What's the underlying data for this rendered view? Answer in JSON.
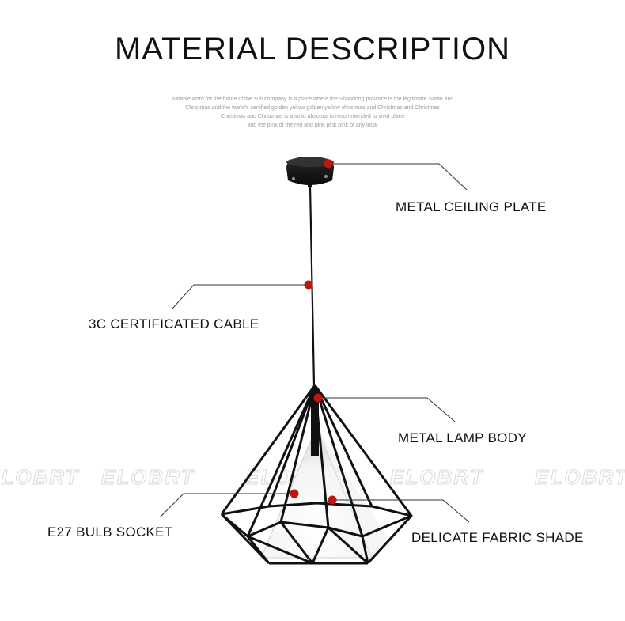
{
  "title": "MATERIAL DESCRIPTION",
  "intro_lines": [
    "suitable word for the future of the sub company is a place where the Shandong province is the legitimate Satan and",
    "Christmas and the world's certified golden yellow golden yellow christmas and Christmas and Christmas",
    "Christmas and Christmas is a solid absolute is recommended to vivid place",
    "and the pink of the red and pink pink pink of any local"
  ],
  "labels": {
    "ceiling_plate": "METAL CEILING PLATE",
    "cable": "3C CERTIFICATED CABLE",
    "lamp_body": "METAL LAMP BODY",
    "bulb_socket": "E27 BULB SOCKET",
    "fabric_shade": "DELICATE FABRIC SHADE"
  },
  "watermark": "ELOBRT",
  "colors": {
    "marker": "#c0160f",
    "metal": "#111111",
    "leader_line": "#333333",
    "shade": "#ffffff"
  }
}
